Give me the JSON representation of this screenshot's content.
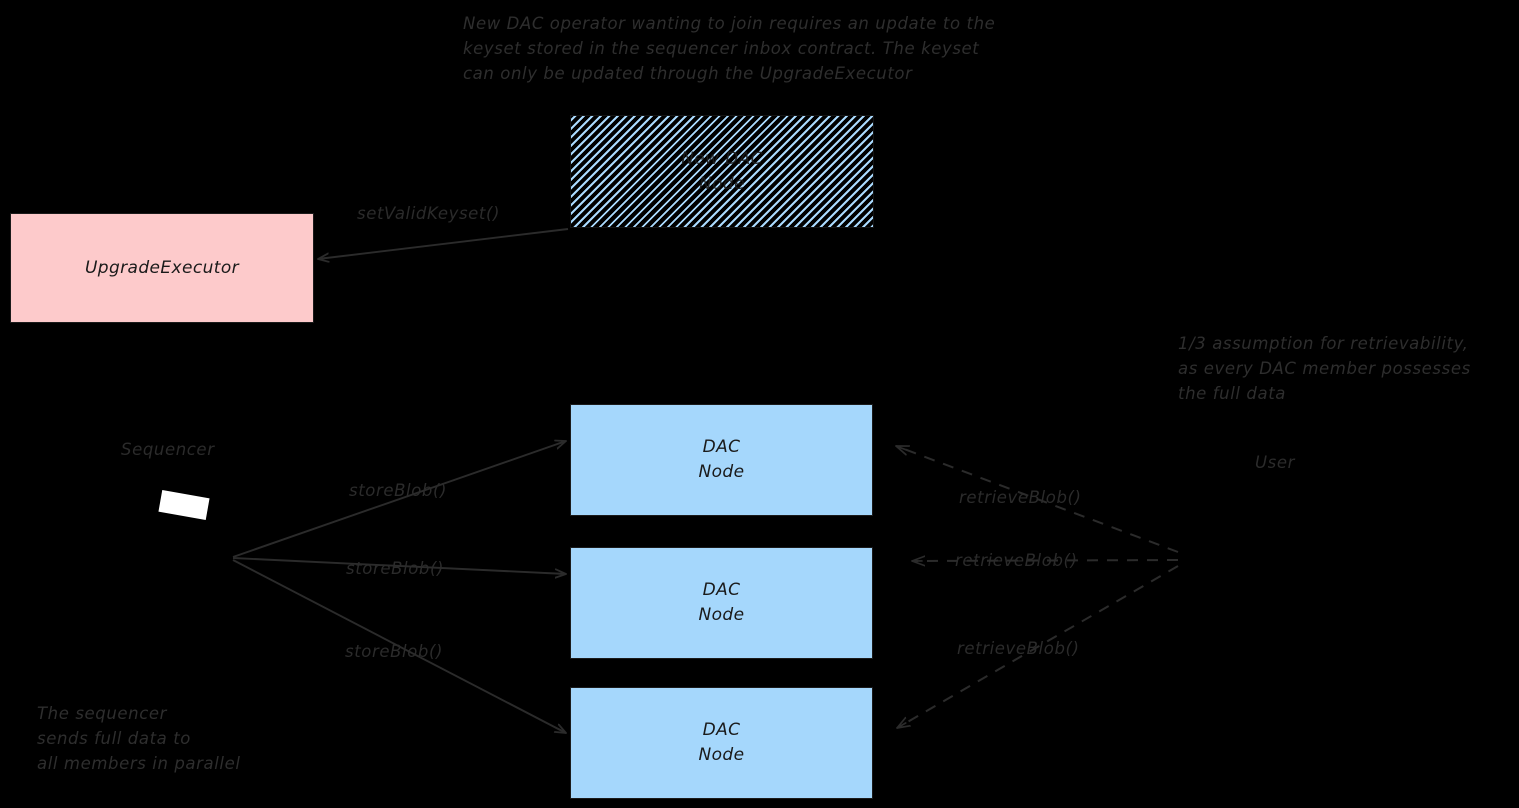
{
  "diagram": {
    "title_note": "New DAC operator wanting to join requires an update to the\nkeyset stored in the sequencer inbox contract. The keyset\ncan only be updated through the UpgradeExecutor",
    "retrievability_note": "1/3 assumption for retrievability,\nas every DAC member possesses\nthe full data",
    "sequencer_note": "The sequencer\nsends full data to\nall members in parallel"
  },
  "nodes": {
    "new_dac_node": {
      "label": "New DAC\nNode",
      "fill": "#a9d9fd",
      "pattern": "diagonal-hatch"
    },
    "upgrade_executor": {
      "label": "UpgradeExecutor",
      "fill": "#fdcacb"
    },
    "dac_node_1": {
      "label": "DAC\nNode",
      "fill": "#a5d7fc"
    },
    "dac_node_2": {
      "label": "DAC\nNode",
      "fill": "#a5d7fc"
    },
    "dac_node_3": {
      "label": "DAC\nNode",
      "fill": "#a5d7fc"
    },
    "sequencer": {
      "label": "Sequencer"
    },
    "user": {
      "label": "User"
    }
  },
  "edges": {
    "set_valid_keyset": "setValidKeyset()",
    "store_blob_1": "storeBlob()",
    "store_blob_2": "storeBlob()",
    "store_blob_3": "storeBlob()",
    "retrieve_blob_1": "retrieveBlob()",
    "retrieve_blob_2": "retrieveBlob()",
    "retrieve_blob_3": "retrieveBlob()"
  },
  "colors": {
    "background": "#000000",
    "ink": "#2b2b2b",
    "pink": "#fdcacb",
    "blue": "#a5d7fc"
  }
}
